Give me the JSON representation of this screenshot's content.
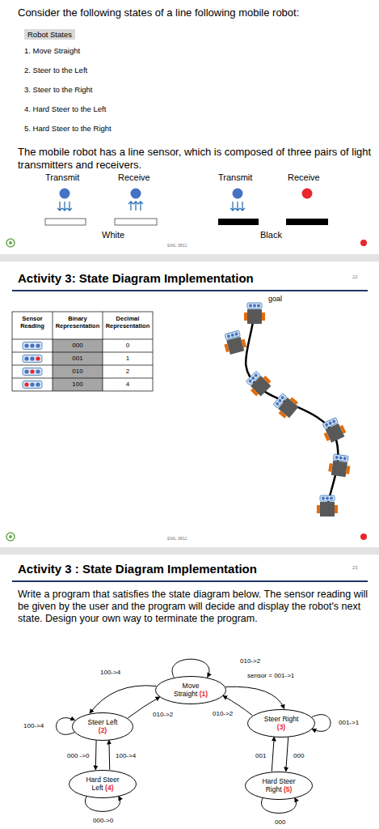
{
  "diagram": {
    "title": "Activity 3 : State Diagram Implementation",
    "nodes": [
      {
        "text": [
          "Move Straight",
          "(1)"
        ]
      },
      {
        "text": [
          "Steer Left",
          "(2)"
        ]
      },
      {
        "text": [
          "Steer Right",
          "(3)"
        ]
      },
      {
        "text": [
          "Hard Steer Left",
          "(4)"
        ]
      },
      {
        "text": [
          "Hard Steer Right",
          "(5)"
        ]
      }
    ],
    "edges": [
      {
        "from": 0,
        "to": 0,
        "label": "010->2",
        "arrow": "to"
      },
      {
        "from": 0,
        "to": 1,
        "label": "100->4",
        "arrow": "to"
      },
      {
        "from": 1,
        "to": 0,
        "label": "010->2",
        "arrow": "to"
      },
      {
        "from": 0,
        "to": 2,
        "label": "sensor = 001->1",
        "arrow": "to"
      },
      {
        "from": 2,
        "to": 0,
        "label": "010->2",
        "arrow": "to"
      },
      {
        "from": 1,
        "to": 1,
        "label": "100->4",
        "arrow": "to"
      },
      {
        "from": 1,
        "to": 3,
        "label": "000 ->0",
        "arrow": "to"
      },
      {
        "from": 3,
        "to": 1,
        "label": "100->4",
        "arrow": "to"
      },
      {
        "from": 3,
        "to": 3,
        "label": "000->0",
        "arrow": "to"
      },
      {
        "from": 2,
        "to": 2,
        "label": "001->1",
        "arrow": "to"
      },
      {
        "from": 2,
        "to": 4,
        "label": "000",
        "arrow": "to"
      },
      {
        "from": 4,
        "to": 2,
        "label": "001",
        "arrow": "to"
      },
      {
        "from": 4,
        "to": 4,
        "label": "000",
        "arrow": "to"
      }
    ],
    "labels": [
      "Consider the following states of a line following mobile robot:",
      "Robot States",
      "1. Move Straight",
      "2. Steer to the Left",
      "3. Steer to the Right",
      "4. Hard Steer to the Left",
      "5. Hard Steer to the Right",
      "The mobile robot has a line sensor, which is composed of three pairs of light transmitters and receivers.",
      "Transmit",
      "Receive",
      "Transmit",
      "Receive",
      "White",
      "Black",
      "EML 3811",
      "Activity 3: State Diagram Implementation",
      "22",
      "Sensor Reading",
      "Binary Representation",
      "Decimal Representation",
      "000",
      "0",
      "001",
      "1",
      "010",
      "2",
      "100",
      "4",
      "goal",
      "EML 3811",
      "23",
      "Write a program that satisfies the state diagram below. The sensor reading will be given by the user and the program will decide and display the robot's next state. Design your own way to terminate the program."
    ]
  }
}
